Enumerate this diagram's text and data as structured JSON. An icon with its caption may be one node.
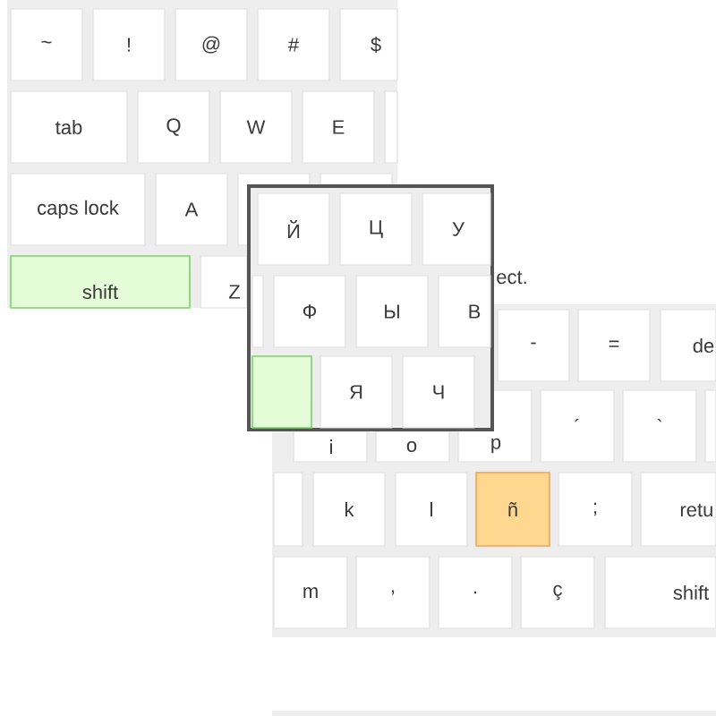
{
  "diagram": {
    "nodes": [
      {
        "text": [],
        "shape": "box"
      },
      {
        "text": [
          "~"
        ],
        "in": 0
      },
      {
        "text": [
          "!"
        ],
        "in": 0
      },
      {
        "text": [
          "@"
        ],
        "in": 0
      },
      {
        "text": [
          "#"
        ],
        "in": 0
      },
      {
        "text": [
          "$"
        ],
        "in": 0
      },
      {
        "text": [
          "tab"
        ],
        "in": 0
      },
      {
        "text": [
          "Q"
        ],
        "in": 0
      },
      {
        "text": [
          "W"
        ],
        "in": 0
      },
      {
        "text": [
          "E"
        ],
        "in": 0
      },
      {
        "text": [],
        "shape": "box",
        "in": 0
      },
      {
        "text": [
          "caps lock"
        ],
        "in": 0
      },
      {
        "text": [
          "A"
        ],
        "in": 0
      },
      {
        "text": [],
        "shape": "box",
        "in": 0
      },
      {
        "text": [],
        "shape": "box",
        "in": 0
      },
      {
        "text": [
          "shift"
        ],
        "in": 0
      },
      {
        "text": [
          "Z"
        ],
        "in": 0
      },
      {
        "text": [],
        "shape": "box"
      },
      {
        "text": [
          "Й"
        ]
      },
      {
        "text": [
          "Ц"
        ],
        "in": 17
      },
      {
        "text": [
          "У"
        ],
        "in": 17
      },
      {
        "text": [],
        "shape": "box",
        "in": 17
      },
      {
        "text": [
          "Ф"
        ],
        "in": 17
      },
      {
        "text": [
          "Ы"
        ],
        "in": 17
      },
      {
        "text": [
          "В"
        ],
        "in": 17
      },
      {
        "text": [],
        "shape": "box",
        "in": 17
      },
      {
        "text": [
          "Я"
        ]
      },
      {
        "text": [
          "Ч"
        ]
      },
      {
        "text": [],
        "shape": "box"
      },
      {
        "text": [
          "-"
        ],
        "in": 28
      },
      {
        "text": [
          "="
        ],
        "in": 28
      },
      {
        "text": [
          "de"
        ],
        "in": 28
      },
      {
        "text": [
          "i"
        ],
        "in": 28
      },
      {
        "text": [
          "o"
        ],
        "in": 28
      },
      {
        "text": [
          "p"
        ],
        "in": 28
      },
      {
        "text": [
          "´"
        ],
        "in": 28
      },
      {
        "text": [
          "`"
        ],
        "in": 28
      },
      {
        "text": [],
        "shape": "box",
        "in": 28
      },
      {
        "text": [],
        "shape": "box",
        "in": 28
      },
      {
        "text": [
          "k"
        ],
        "in": 28
      },
      {
        "text": [
          "l"
        ],
        "in": 28
      },
      {
        "text": [
          "ñ"
        ],
        "in": 28
      },
      {
        "text": [
          ";"
        ],
        "in": 28
      },
      {
        "text": [
          "retu"
        ],
        "in": 28
      },
      {
        "text": [
          "m"
        ],
        "in": 28
      },
      {
        "text": [
          ","
        ],
        "in": 28
      },
      {
        "text": [
          "."
        ],
        "in": 28
      },
      {
        "text": [
          "ç"
        ],
        "in": 28
      },
      {
        "text": [
          "shift"
        ],
        "in": 28
      }
    ],
    "labels": [
      "ect."
    ]
  }
}
